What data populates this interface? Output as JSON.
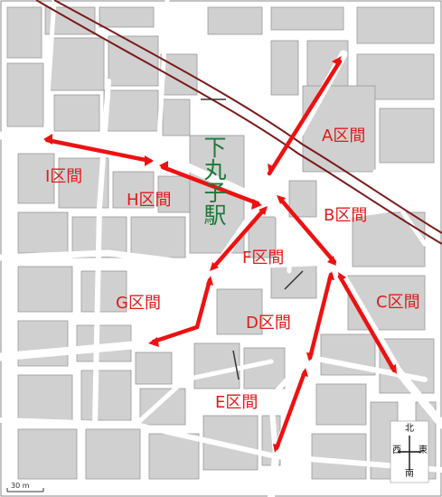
{
  "station_name": "下丸子駅",
  "segments": [
    {
      "id": "A",
      "label": "A区間"
    },
    {
      "id": "B",
      "label": "B区間"
    },
    {
      "id": "C",
      "label": "C区間"
    },
    {
      "id": "D",
      "label": "D区間"
    },
    {
      "id": "E",
      "label": "E区間"
    },
    {
      "id": "F",
      "label": "F区間"
    },
    {
      "id": "G",
      "label": "G区間"
    },
    {
      "id": "H",
      "label": "H区間"
    },
    {
      "id": "I",
      "label": "I区間"
    }
  ],
  "compass": {
    "north": "北",
    "south": "南",
    "east": "東",
    "west": "西"
  },
  "scale": {
    "label": "30 m"
  },
  "colors": {
    "segment": "#ee1111",
    "label": "#e01a1a",
    "station": "#1a7a3a",
    "railway": "#7a1a1a",
    "block": "#d0d0d0"
  }
}
